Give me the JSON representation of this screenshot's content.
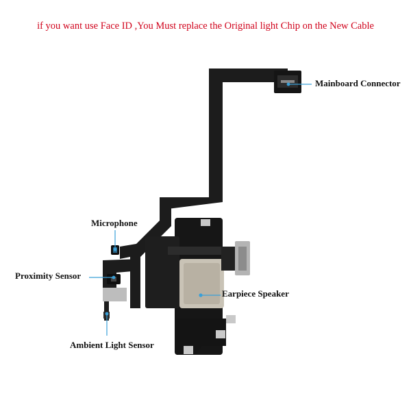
{
  "warning_text": "if you want use Face ID ,You Must replace the Original light Chip on the New Cable",
  "labels": {
    "mainboard_connector": "Mainboard Connector",
    "microphone": "Microphone",
    "proximity_sensor": "Proximity Sensor",
    "earpiece_speaker": "Earpiece Speaker",
    "ambient_light_sensor": "Ambient Light Sensor"
  },
  "colors": {
    "warning": "#d0021b",
    "callout_line": "#3aa0d8",
    "flex_cable": "#1b1b1b",
    "speaker_metal": "#c9c3b6"
  }
}
